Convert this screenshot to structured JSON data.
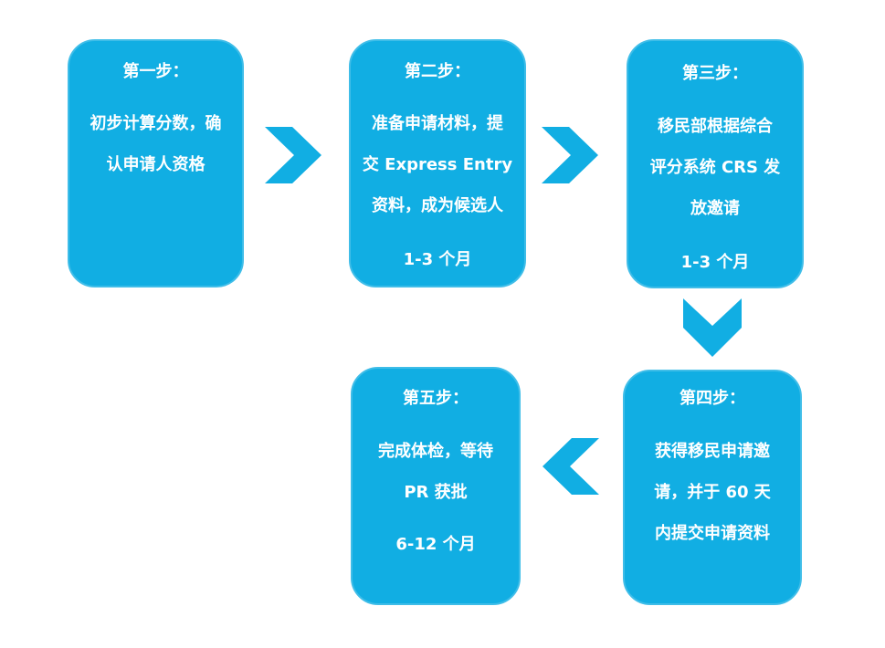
{
  "steps": [
    {
      "title": "第一步：",
      "lines": [
        "初步计算分数，确",
        "认申请人资格"
      ],
      "duration": ""
    },
    {
      "title": "第二步：",
      "lines": [
        "准备申请材料，提",
        "交 Express Entry",
        "资料，成为候选人"
      ],
      "duration": "1-3 个月"
    },
    {
      "title": "第三步：",
      "lines": [
        "移民部根据综合",
        "评分系统 CRS 发",
        "放邀请"
      ],
      "duration": "1-3 个月"
    },
    {
      "title": "第四步：",
      "lines": [
        "获得移民申请邀",
        "请，并于 60 天",
        "内提交申请资料"
      ],
      "duration": ""
    },
    {
      "title": "第五步：",
      "lines": [
        "完成体检，等待",
        "PR 获批"
      ],
      "duration": "6-12 个月"
    }
  ],
  "colors": {
    "box_fill": "#11aee3",
    "box_border": "#3fbde8",
    "arrow_fill": "#11aee3",
    "text": "#ffffff"
  },
  "icons": {
    "arrow_1_2": "chevron-right-icon",
    "arrow_2_3": "chevron-right-icon",
    "arrow_3_4": "chevron-down-icon",
    "arrow_4_5": "chevron-left-icon"
  }
}
